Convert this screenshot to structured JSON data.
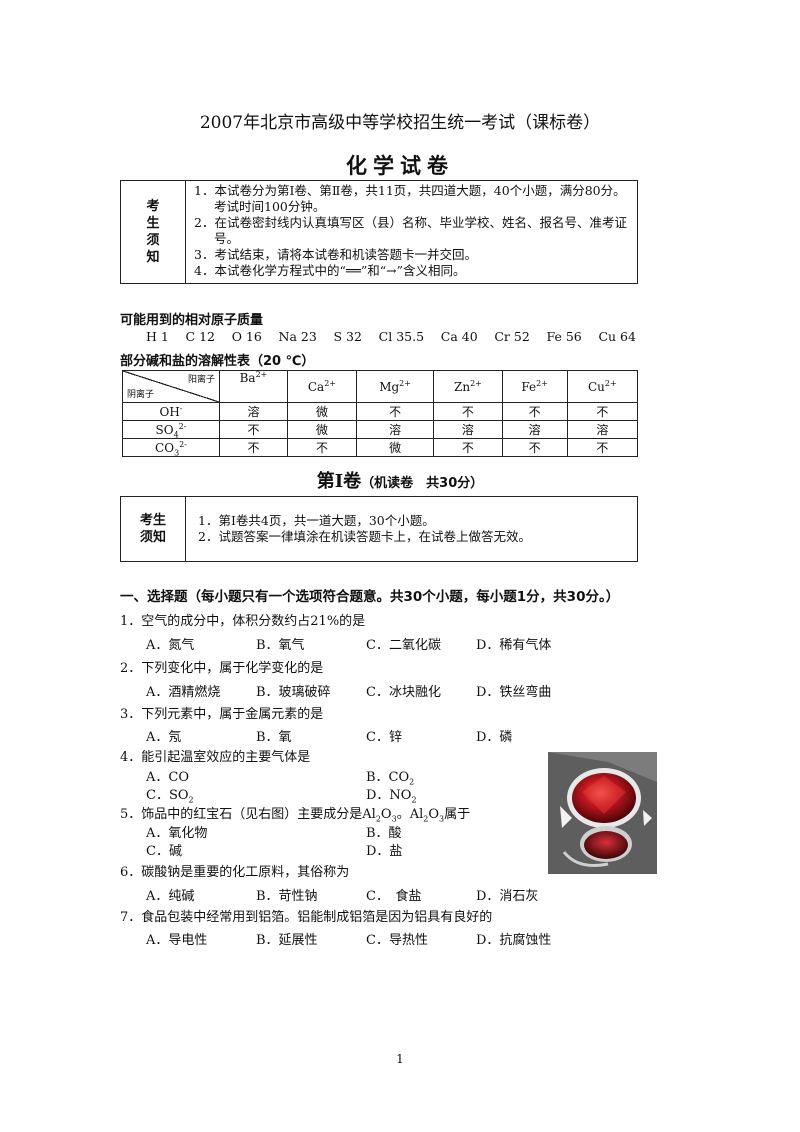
{
  "header": {
    "title": "2007年北京市高级中等学校招生统一考试（课标卷）",
    "subtitle": "化学试卷"
  },
  "notice1": {
    "side_label": [
      "考",
      "生",
      "须",
      "知"
    ],
    "items": [
      "1．本试卷分为第Ⅰ卷、第Ⅱ卷，共11页，共四道大题，40个小题，满分80分。考试时间100分钟。",
      "2．在试卷密封线内认真填写区（县）名称、毕业学校、姓名、报名号、准考证号。",
      "3．考试结束，请将本试卷和机读答题卡一并交回。",
      "4．本试卷化学方程式中的“══”和“→”含义相同。"
    ]
  },
  "atomic_mass": {
    "title": "可能用到的相对原子质量",
    "values": [
      "H 1",
      "C 12",
      "O 16",
      "Na 23",
      "S 32",
      "Cl 35.5",
      "Ca 40",
      "Cr 52",
      "Fe 56",
      "Cu 64"
    ]
  },
  "solubility": {
    "title": "部分碱和盐的溶解性表（20 ℃）",
    "corner_cation": "阳离子",
    "corner_anion": "阴离子",
    "cations": [
      {
        "base": "Ba",
        "charge": "2+"
      },
      {
        "base": "Ca",
        "charge": "2+"
      },
      {
        "base": "Mg",
        "charge": "2+"
      },
      {
        "base": "Zn",
        "charge": "2+"
      },
      {
        "base": "Fe",
        "charge": "2+"
      },
      {
        "base": "Cu",
        "charge": "2+"
      }
    ],
    "rows": [
      {
        "anion": "OH",
        "sub": "",
        "charge": "-",
        "cells": [
          "溶",
          "微",
          "不",
          "不",
          "不",
          "不"
        ]
      },
      {
        "anion": "SO",
        "sub": "4",
        "charge": "2-",
        "cells": [
          "不",
          "微",
          "溶",
          "溶",
          "溶",
          "溶"
        ]
      },
      {
        "anion": "CO",
        "sub": "3",
        "charge": "2-",
        "cells": [
          "不",
          "不",
          "微",
          "不",
          "不",
          "不"
        ]
      }
    ]
  },
  "part1": {
    "title": "第Ⅰ卷",
    "note": "（机读卷　共30分）"
  },
  "notice2": {
    "side_label": [
      "考生",
      "须知"
    ],
    "items": [
      "1．第Ⅰ卷共4页，共一道大题，30个小题。",
      "2．试题答案一律填涂在机读答题卡上，在试卷上做答无效。"
    ]
  },
  "section1": {
    "heading": "一、选择题（每小题只有一个选项符合题意。共30个小题，每小题1分，共30分。）"
  },
  "questions": [
    {
      "stem": "1．空气的成分中，体积分数约占21%的是",
      "options": [
        "A．氮气",
        "B．氧气",
        "C．二氧化碳",
        "D．稀有气体"
      ]
    },
    {
      "stem": "2．下列变化中，属于化学变化的是",
      "options": [
        "A．酒精燃烧",
        "B．玻璃破碎",
        "C．冰块融化",
        "D．铁丝弯曲"
      ]
    },
    {
      "stem": "3．下列元素中，属于金属元素的是",
      "options": [
        "A．氖",
        "B．氧",
        "C．锌",
        "D．磷"
      ]
    },
    {
      "stem": "4．能引起温室效应的主要气体是",
      "options": [
        "A．CO",
        "B．CO",
        "C．SO",
        "D．NO"
      ],
      "subs": [
        "",
        "2",
        "2",
        "2"
      ]
    },
    {
      "stem_a": "5．饰品中的红宝石（见右图）主要成分是Al",
      "stem_s1": "2",
      "stem_b": "O",
      "stem_s2": "3",
      "stem_c": "。Al",
      "stem_s3": "2",
      "stem_d": "O",
      "stem_s4": "3",
      "stem_e": "属于",
      "options": [
        "A．氧化物",
        "B．酸",
        "C．碱",
        "D．盐"
      ]
    },
    {
      "stem": "6．碳酸钠是重要的化工原料，其俗称为",
      "options": [
        "A．纯碱",
        "B．苛性钠",
        "C．　食盐",
        "D．消石灰"
      ]
    },
    {
      "stem": "7．食品包装中经常用到铝箔。铝能制成铝箔是因为铝具有良好的",
      "options": [
        "A．导电性",
        "B．延展性",
        "C．导热性",
        "D．抗腐蚀性"
      ]
    }
  ],
  "page_number": "1"
}
